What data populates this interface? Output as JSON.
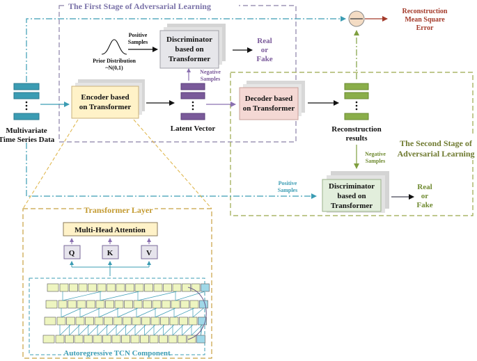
{
  "stage1": {
    "title": "The First Stage of Adversarial Learning"
  },
  "stage2": {
    "title_line1": "The Second Stage of",
    "title_line2": "Adversarial Learning"
  },
  "input": {
    "line1": "Multivariate",
    "line2": "Time Series Data"
  },
  "encoder": {
    "line1": "Encoder based",
    "line2": "on Transformer"
  },
  "prior": {
    "line1": "Prior Distribution",
    "line2": "~N(0,1)"
  },
  "positive_samples_1": {
    "line1": "Positive",
    "line2": "Samples"
  },
  "discriminator1": {
    "line1": "Discriminator",
    "line2": "based on",
    "line3": "Transformer"
  },
  "real_fake_1": {
    "line1": "Real",
    "line2": "or",
    "line3": "Fake"
  },
  "negative_samples_1": {
    "line1": "Negative",
    "line2": "Samples"
  },
  "latent": {
    "label": "Latent Vector"
  },
  "decoder": {
    "line1": "Decoder based",
    "line2": "on Transformer"
  },
  "reconstruction": {
    "line1": "Reconstruction",
    "line2": "results"
  },
  "mse": {
    "line1": "Reconstruction",
    "line2": "Mean Square",
    "line3": "Error"
  },
  "negative_samples_2": {
    "line1": "Negative",
    "line2": "Samples"
  },
  "positive_samples_2": {
    "line1": "Positive",
    "line2": "Samples"
  },
  "discriminator2": {
    "line1": "Discriminator",
    "line2": "based on",
    "line3": "Transformer"
  },
  "real_fake_2": {
    "line1": "Real",
    "line2": "or",
    "line3": "Fake"
  },
  "transformer_layer": {
    "title": "Transformer Layer"
  },
  "attention": {
    "label": "Multi-Head Attention"
  },
  "qkv": {
    "q": "Q",
    "k": "K",
    "v": "V"
  },
  "tcn": {
    "label": "Autoregressive TCN Component"
  },
  "colors": {
    "stage1_border": "#8a80a8",
    "stage2_border": "#9aa64a",
    "teal": "#3b9cb3",
    "purple": "#7a5a9a",
    "green": "#8aae4a",
    "encoder_fill": "#fff2c8",
    "decoder_fill": "#f4d8d4",
    "disc1_fill": "#e6e6ea",
    "disc2_fill": "#e2eedc",
    "tl_border": "#c8a040",
    "mse_red": "#a33a2a",
    "tcn_fill": "#eef5c0",
    "tcn_end": "#9fd8e8"
  }
}
